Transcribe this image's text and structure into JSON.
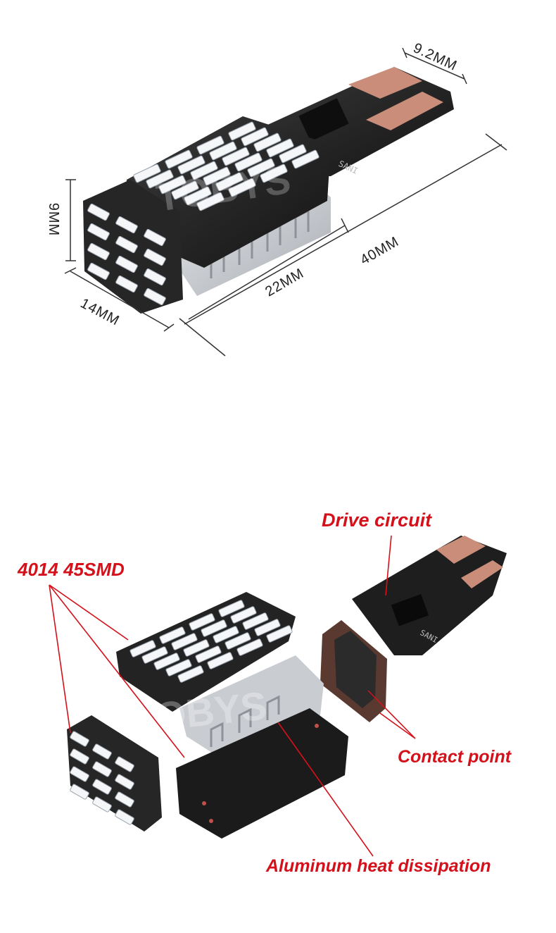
{
  "dimensions": {
    "contact_width": "9.2MM",
    "total_length": "40MM",
    "height": "9MM",
    "body_length": "22MM",
    "width": "14MM"
  },
  "callouts": {
    "led_type": "4014 45SMD",
    "drive_circuit": "Drive circuit",
    "contact_point": "Contact point",
    "heat_sink": "Aluminum heat dissipation"
  },
  "pcb_marking": "SANI",
  "watermark": "TOBYS",
  "colors": {
    "callout_red": "#d4111a",
    "pcb_black": "#1e1e1e",
    "led_white": "#f4f6f8",
    "aluminum": "#c9ccd1",
    "contact_copper": "#c98d7a"
  }
}
